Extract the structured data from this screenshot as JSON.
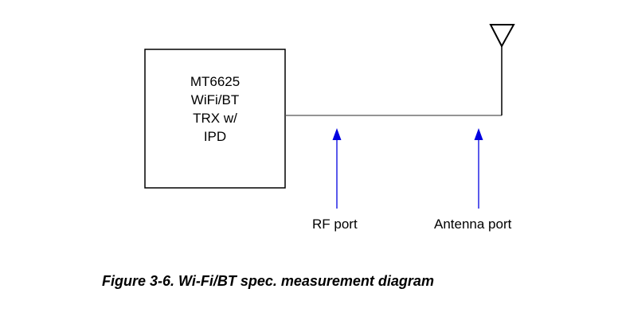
{
  "block": {
    "lines": [
      "MT6625",
      "WiFi/BT",
      "TRX w/",
      "IPD"
    ]
  },
  "ports": {
    "rf": "RF port",
    "antenna": "Antenna port"
  },
  "caption": "Figure 3-6. Wi-Fi/BT spec. measurement diagram",
  "colors": {
    "line": "#000000",
    "arrow": "#0000e0"
  },
  "icons": {
    "antenna": "antenna-icon",
    "arrow": "arrow-up-icon"
  }
}
